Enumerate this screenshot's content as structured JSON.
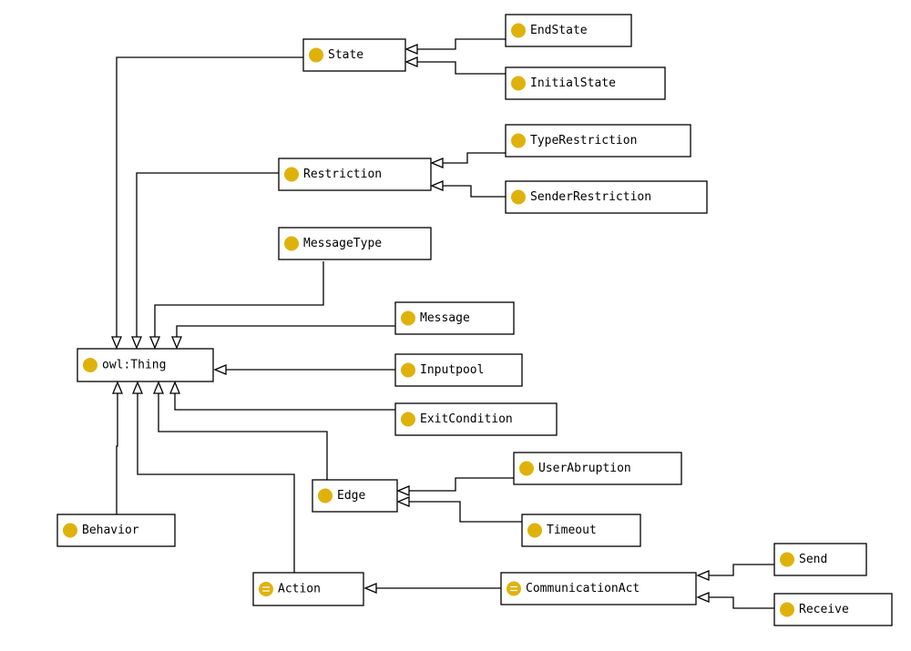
{
  "diagram": {
    "icon_color": "#dfb20b",
    "nodes": {
      "state": {
        "label": "State",
        "icon": "class-icon"
      },
      "end_state": {
        "label": "EndState",
        "icon": "class-icon"
      },
      "initial_state": {
        "label": "InitialState",
        "icon": "class-icon"
      },
      "restriction": {
        "label": "Restriction",
        "icon": "class-icon"
      },
      "type_restriction": {
        "label": "TypeRestriction",
        "icon": "class-icon"
      },
      "sender_restriction": {
        "label": "SenderRestriction",
        "icon": "class-icon"
      },
      "message_type": {
        "label": "MessageType",
        "icon": "class-icon"
      },
      "message": {
        "label": "Message",
        "icon": "class-icon"
      },
      "owl_thing": {
        "label": "owl:Thing",
        "icon": "class-icon"
      },
      "inputpool": {
        "label": "Inputpool",
        "icon": "class-icon"
      },
      "exit_condition": {
        "label": "ExitCondition",
        "icon": "class-icon"
      },
      "user_abruption": {
        "label": "UserAbruption",
        "icon": "class-icon"
      },
      "edge": {
        "label": "Edge",
        "icon": "class-icon"
      },
      "timeout": {
        "label": "Timeout",
        "icon": "class-icon"
      },
      "behavior": {
        "label": "Behavior",
        "icon": "class-icon"
      },
      "send": {
        "label": "Send",
        "icon": "class-icon"
      },
      "action": {
        "label": "Action",
        "icon": "defined-class-icon"
      },
      "communication_act": {
        "label": "CommunicationAct",
        "icon": "defined-class-icon"
      },
      "receive": {
        "label": "Receive",
        "icon": "class-icon"
      }
    }
  }
}
